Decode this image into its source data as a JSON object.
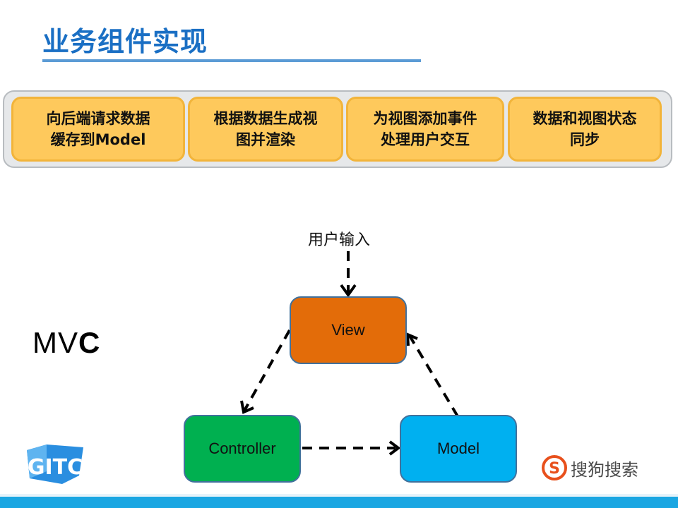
{
  "page": {
    "title": "业务组件实现",
    "colors": {
      "title": "#1a6fc4",
      "card_fill": "#fec95c",
      "view": "#e36c09",
      "controller": "#00b050",
      "model": "#00b0f0",
      "bottom_bar": "#1aa6e2"
    }
  },
  "steps": [
    {
      "line1": "向后端请求数据",
      "line2": "缓存到Model"
    },
    {
      "line1": "根据数据生成视",
      "line2": "图并渲染"
    },
    {
      "line1": "为视图添加事件",
      "line2": "处理用户交互"
    },
    {
      "line1": "数据和视图状态",
      "line2": "同步"
    }
  ],
  "mvc": {
    "label_prefix": "MV",
    "label_suffix": "C",
    "user_input": "用户输入",
    "nodes": {
      "view": "View",
      "controller": "Controller",
      "model": "Model"
    },
    "edges": [
      {
        "from": "user_input",
        "to": "view"
      },
      {
        "from": "view",
        "to": "controller"
      },
      {
        "from": "controller",
        "to": "model"
      },
      {
        "from": "model",
        "to": "view"
      }
    ]
  },
  "logos": {
    "left": "GITC",
    "right_icon": "sogou-icon",
    "right_text": "搜狗搜索"
  }
}
